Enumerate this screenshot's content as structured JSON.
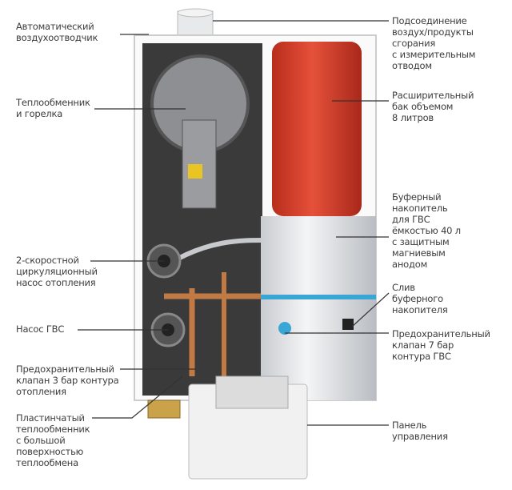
{
  "labels": {
    "air_vent": [
      "Автоматический",
      "воздухоотводчик"
    ],
    "flue": [
      "Подсоединение",
      "воздух/продукты",
      "сгорания",
      "с измерительным",
      "отводом"
    ],
    "expansion_tank": [
      "Расширительный",
      "бак объемом",
      "8 литров"
    ],
    "heat_exchanger": [
      "Теплообменник",
      "и горелка"
    ],
    "buffer_tank": [
      "Буферный",
      "накопитель",
      "для ГВС",
      "ёмкостью 40 л",
      "с защитным",
      "магниевым",
      "анодом"
    ],
    "heating_pump": [
      "2-скоростной",
      "циркуляционный",
      "насос отопления"
    ],
    "drain": [
      "Слив",
      "буферного",
      "накопителя"
    ],
    "dhw_pump": [
      "Насос ГВС"
    ],
    "dhw_valve": [
      "Предохранительный",
      "клапан 7 бар",
      "контура ГВС"
    ],
    "heating_valve": [
      "Предохранительный",
      "клапан 3 бар контура",
      "отопления"
    ],
    "plate_exchanger": [
      "Пластинчатый",
      "теплообменник",
      "с большой",
      "поверхностью",
      "теплообмена"
    ],
    "control_panel": [
      "Панель",
      "управления"
    ]
  },
  "colors": {
    "text": "#3c3c3c",
    "tank": "#d9412b",
    "leader": "#333333"
  }
}
